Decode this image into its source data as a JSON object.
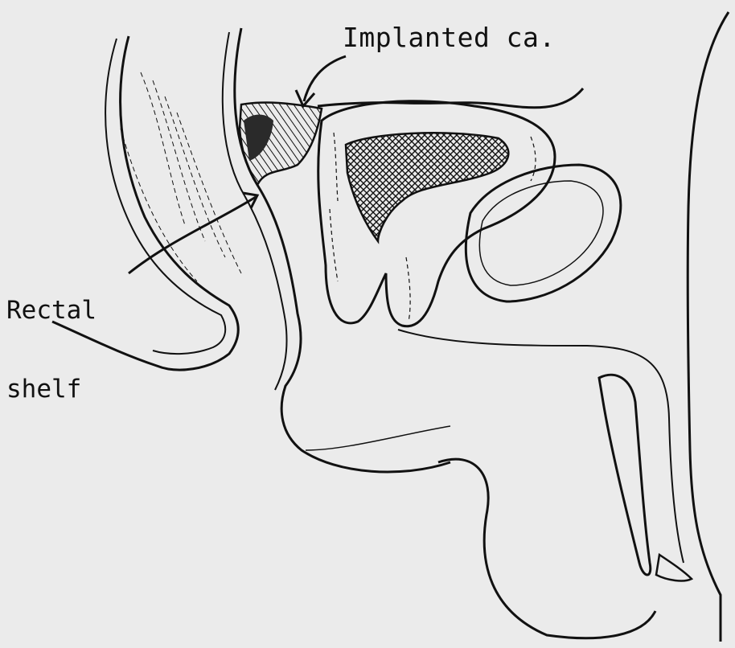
{
  "figure": {
    "labels": {
      "implanted": "Implanted ca.",
      "rectal_line1": "Rectal",
      "rectal_line2": "shelf"
    },
    "colors": {
      "background": "#ebebeb",
      "ink": "#111111",
      "tumor_fill": "#2a2a2a"
    }
  }
}
